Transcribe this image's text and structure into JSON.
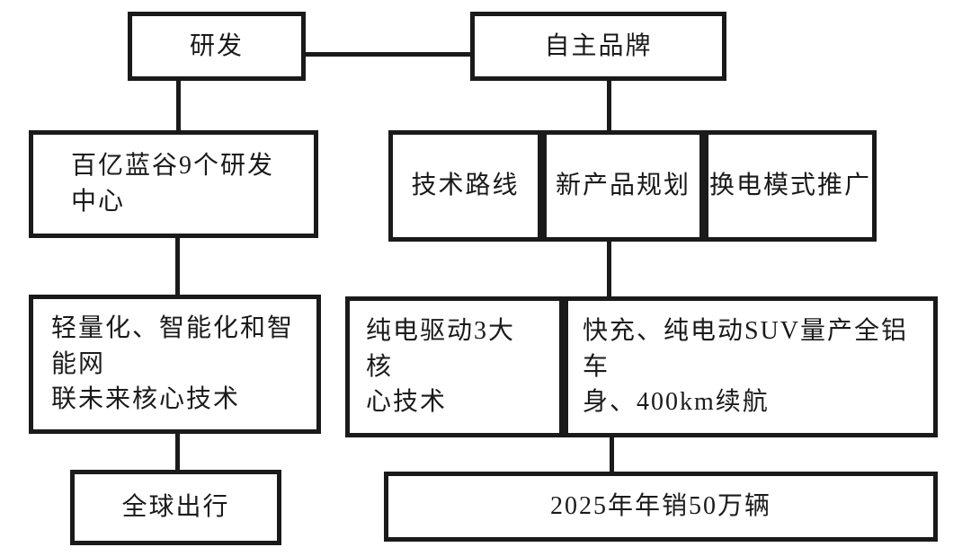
{
  "diagram": {
    "type": "flowchart",
    "colors": {
      "line": "#1a1a1a",
      "background": "#ffffff",
      "box_fill": "#ffffff"
    },
    "nodes": {
      "rd": {
        "label": "研发"
      },
      "brand": {
        "label": "自主品牌"
      },
      "lanvalley": {
        "label": "百亿蓝谷9个研发\n中心"
      },
      "techroute": {
        "label": "技术路线"
      },
      "newproduct": {
        "label": "新产品规划"
      },
      "batteryswap": {
        "label": "换电模式推广"
      },
      "lightweight": {
        "label": "轻量化、智能化和智能网\n联未来核心技术"
      },
      "evcore": {
        "label": "纯电驱动3大核\n心技术"
      },
      "fastcharge": {
        "label": "快充、纯电动SUV量产全铝车\n身、400km续航"
      },
      "global": {
        "label": "全球出行"
      },
      "sales": {
        "label": "2025年年销50万辆"
      }
    },
    "edges": [
      {
        "from": "rd",
        "to": "brand"
      },
      {
        "from": "rd",
        "to": "lanvalley"
      },
      {
        "from": "brand",
        "to": "newproduct"
      },
      {
        "from": "lanvalley",
        "to": "lightweight"
      },
      {
        "from": "newproduct",
        "to": "fastcharge"
      },
      {
        "from": "lightweight",
        "to": "global"
      },
      {
        "from": "fastcharge",
        "to": "sales"
      }
    ]
  }
}
